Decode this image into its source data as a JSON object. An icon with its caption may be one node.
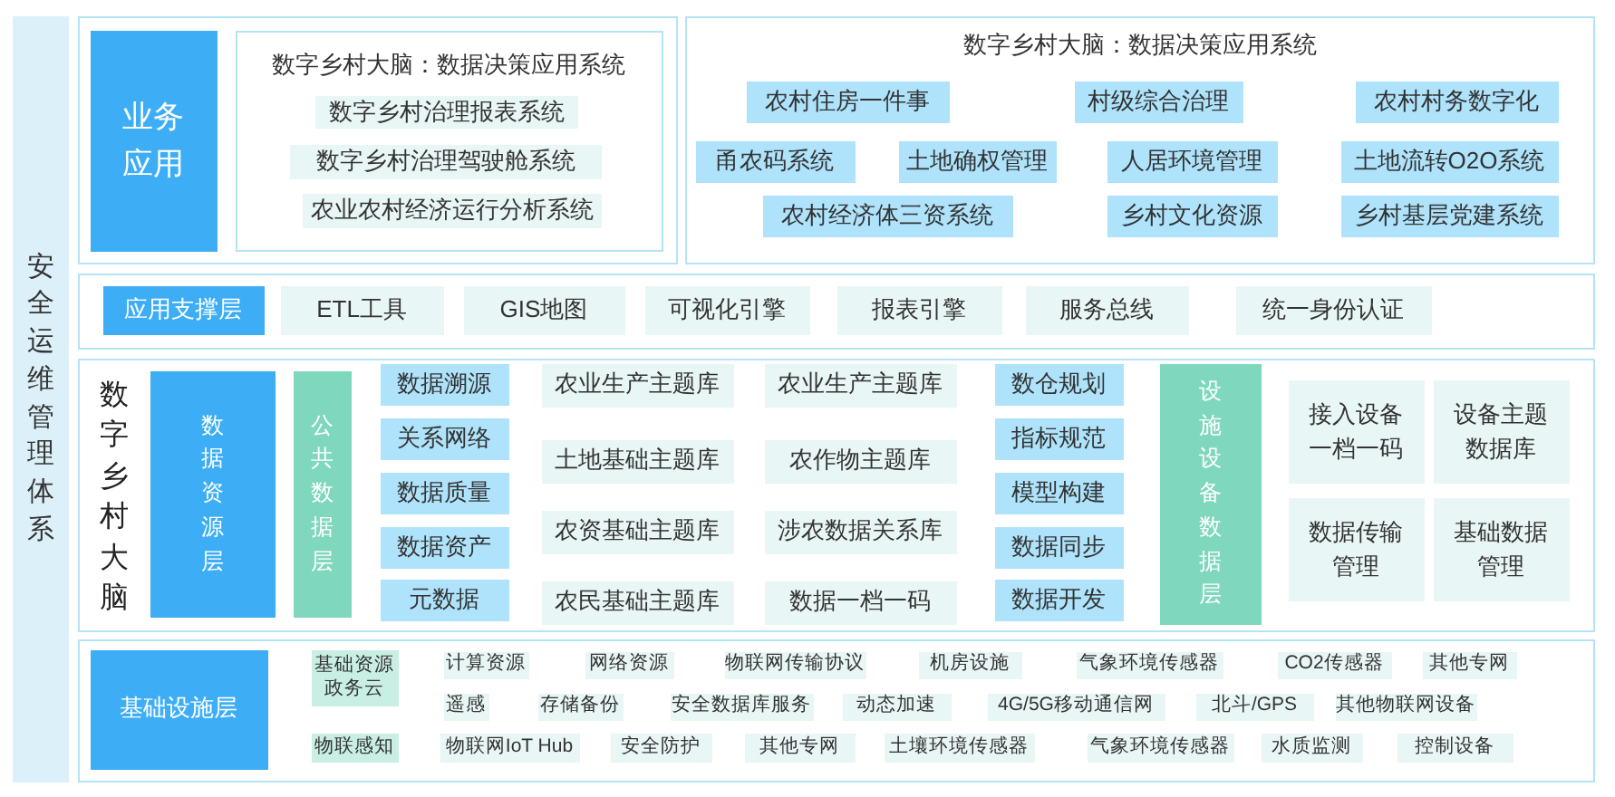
{
  "diagram": {
    "nodes": [
      {
        "text": [
          "安全运维管理体系"
        ]
      },
      {
        "text": [],
        "shape": "box"
      },
      {
        "text": [
          "业务应用"
        ],
        "in": 1
      },
      {
        "text": [
          "数字乡村大脑：数据决策应用系统"
        ],
        "in": 1
      },
      {
        "text": [
          "数字乡村治理报表系统"
        ],
        "in": 3
      },
      {
        "text": [
          "数字乡村治理驾驶舱系统"
        ],
        "in": 3
      },
      {
        "text": [
          "农业农村经济运行分析系统"
        ],
        "in": 3
      },
      {
        "text": [
          "数字乡村大脑：数据决策应用系统"
        ]
      },
      {
        "text": [
          "农村住房一件事"
        ],
        "in": 7
      },
      {
        "text": [
          "村级综合治理"
        ],
        "in": 7
      },
      {
        "text": [
          "农村村务数字化"
        ],
        "in": 7
      },
      {
        "text": [
          "甬农码系统"
        ],
        "in": 7
      },
      {
        "text": [
          "土地确权管理"
        ],
        "in": 7
      },
      {
        "text": [
          "人居环境管理"
        ],
        "in": 7
      },
      {
        "text": [
          "土地流转O2O系统"
        ],
        "in": 7
      },
      {
        "text": [
          "农村经济体三资系统"
        ],
        "in": 7
      },
      {
        "text": [
          "乡村文化资源"
        ],
        "in": 7
      },
      {
        "text": [
          "乡村基层党建系统"
        ],
        "in": 7
      },
      {
        "text": [],
        "shape": "box"
      },
      {
        "text": [
          "应用支撑层"
        ],
        "in": 18
      },
      {
        "text": [
          "ETL工具"
        ],
        "in": 18
      },
      {
        "text": [
          "GIS地图"
        ],
        "in": 18
      },
      {
        "text": [
          "可视化引擎"
        ],
        "in": 18
      },
      {
        "text": [
          "报表引擎"
        ],
        "in": 18
      },
      {
        "text": [
          "服务总线"
        ],
        "in": 18
      },
      {
        "text": [
          "统一身份认证"
        ],
        "in": 18
      },
      {
        "text": [
          "数字乡村大脑"
        ]
      },
      {
        "text": [
          "数据资源层"
        ],
        "in": 26
      },
      {
        "text": [
          "公共数据层"
        ],
        "in": 26
      },
      {
        "text": [
          "数据溯源"
        ],
        "in": 26
      },
      {
        "text": [
          "关系网络"
        ],
        "in": 26
      },
      {
        "text": [
          "数据质量"
        ],
        "in": 26
      },
      {
        "text": [
          "数据资产"
        ],
        "in": 26
      },
      {
        "text": [
          "元数据"
        ],
        "in": 26
      },
      {
        "text": [
          "农业生产主题库"
        ],
        "in": 26
      },
      {
        "text": [
          "土地基础主题库"
        ],
        "in": 26
      },
      {
        "text": [
          "农资基础主题库"
        ],
        "in": 26
      },
      {
        "text": [
          "农民基础主题库"
        ],
        "in": 26
      },
      {
        "text": [
          "农业生产主题库"
        ],
        "in": 26
      },
      {
        "text": [
          "农作物主题库"
        ],
        "in": 26
      },
      {
        "text": [
          "涉农数据关系库"
        ],
        "in": 26
      },
      {
        "text": [
          "数据一档一码"
        ],
        "in": 26
      },
      {
        "text": [
          "数仓规划"
        ],
        "in": 26
      },
      {
        "text": [
          "指标规范"
        ],
        "in": 26
      },
      {
        "text": [
          "模型构建"
        ],
        "in": 26
      },
      {
        "text": [
          "数据同步"
        ],
        "in": 26
      },
      {
        "text": [
          "数据开发"
        ],
        "in": 26
      },
      {
        "text": [
          "设施设备数据层"
        ],
        "in": 26
      },
      {
        "text": [
          "接入设备一档一码"
        ],
        "in": 26
      },
      {
        "text": [
          "设备主题数据库"
        ],
        "in": 26
      },
      {
        "text": [
          "数据传输管理"
        ],
        "in": 26
      },
      {
        "text": [
          "基础数据管理"
        ],
        "in": 26
      },
      {
        "text": [],
        "shape": "box"
      },
      {
        "text": [
          "基础设施层"
        ],
        "in": 52
      },
      {
        "text": [
          "基础资源",
          "政务云"
        ],
        "in": 52
      },
      {
        "text": [
          "计算资源"
        ],
        "in": 52
      },
      {
        "text": [
          "网络资源"
        ],
        "in": 52
      },
      {
        "text": [
          "物联网传输协议"
        ],
        "in": 52
      },
      {
        "text": [
          "机房设施"
        ],
        "in": 52
      },
      {
        "text": [
          "气象环境传感器"
        ],
        "in": 52
      },
      {
        "text": [
          "CO2传感器"
        ],
        "in": 52
      },
      {
        "text": [
          "其他专网"
        ],
        "in": 52
      },
      {
        "text": [
          "遥感"
        ],
        "in": 52
      },
      {
        "text": [
          "存储备份"
        ],
        "in": 52
      },
      {
        "text": [
          "安全数据库服务"
        ],
        "in": 52
      },
      {
        "text": [
          "动态加速"
        ],
        "in": 52
      },
      {
        "text": [
          "4G/5G移动通信网"
        ],
        "in": 52
      },
      {
        "text": [
          "北斗/GPS"
        ],
        "in": 52
      },
      {
        "text": [
          "其他物联网设备"
        ],
        "in": 52
      },
      {
        "text": [
          "物联感知"
        ],
        "in": 52
      },
      {
        "text": [
          "物联网IoT Hub"
        ],
        "in": 52
      },
      {
        "text": [
          "安全防护"
        ],
        "in": 52
      },
      {
        "text": [
          "其他专网"
        ],
        "in": 52
      },
      {
        "text": [
          "土壤环境传感器"
        ],
        "in": 52
      },
      {
        "text": [
          "气象环境传感器"
        ],
        "in": 52
      },
      {
        "text": [
          "水质监测"
        ],
        "in": 52
      },
      {
        "text": [
          "控制设备"
        ],
        "in": 52
      }
    ]
  }
}
